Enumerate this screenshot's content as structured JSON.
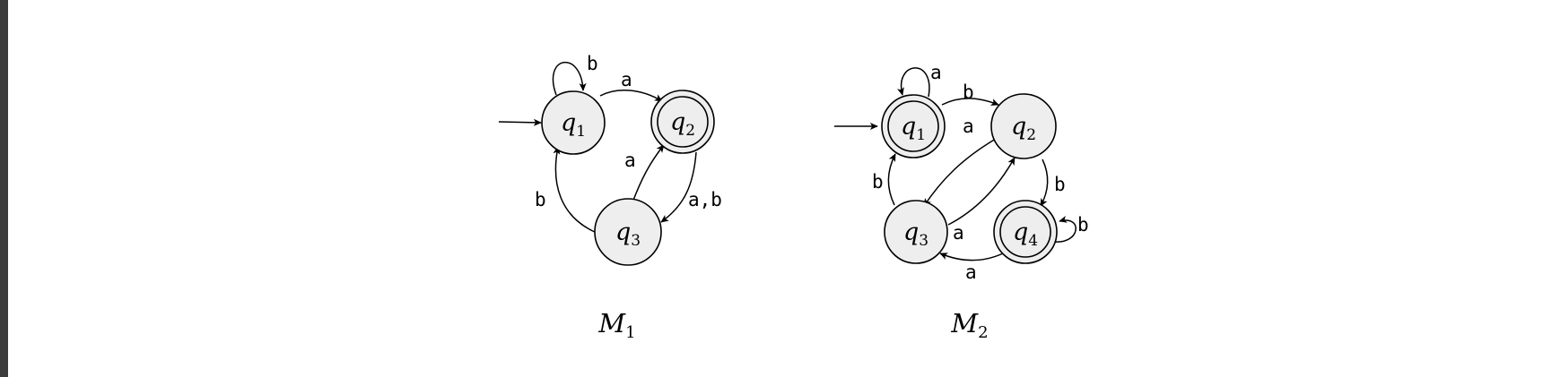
{
  "machines": [
    {
      "name": "M",
      "sub": "1",
      "states": [
        {
          "name": "q",
          "sub": "1",
          "accepting": false,
          "start": true
        },
        {
          "name": "q",
          "sub": "2",
          "accepting": true,
          "start": false
        },
        {
          "name": "q",
          "sub": "3",
          "accepting": false,
          "start": false
        }
      ],
      "transitions": [
        {
          "from": "q1",
          "to": "q1",
          "label": "b"
        },
        {
          "from": "q1",
          "to": "q2",
          "label": "a"
        },
        {
          "from": "q2",
          "to": "q3",
          "label": "a,b"
        },
        {
          "from": "q3",
          "to": "q2",
          "label": "a"
        },
        {
          "from": "q3",
          "to": "q1",
          "label": "b"
        }
      ]
    },
    {
      "name": "M",
      "sub": "2",
      "states": [
        {
          "name": "q",
          "sub": "1",
          "accepting": true,
          "start": true
        },
        {
          "name": "q",
          "sub": "2",
          "accepting": false,
          "start": false
        },
        {
          "name": "q",
          "sub": "3",
          "accepting": false,
          "start": false
        },
        {
          "name": "q",
          "sub": "4",
          "accepting": true,
          "start": false
        }
      ],
      "transitions": [
        {
          "from": "q1",
          "to": "q1",
          "label": "a"
        },
        {
          "from": "q1",
          "to": "q2",
          "label": "b"
        },
        {
          "from": "q2",
          "to": "q3",
          "label": "a"
        },
        {
          "from": "q3",
          "to": "q2",
          "label": "a"
        },
        {
          "from": "q2",
          "to": "q4",
          "label": "b"
        },
        {
          "from": "q3",
          "to": "q1",
          "label": "b"
        },
        {
          "from": "q4",
          "to": "q4",
          "label": "b"
        },
        {
          "from": "q4",
          "to": "q3",
          "label": "a"
        }
      ]
    }
  ],
  "colors": {
    "state_fill": "#eeeeee",
    "stroke": "#000000",
    "page_edge": "#3c3c3c"
  }
}
